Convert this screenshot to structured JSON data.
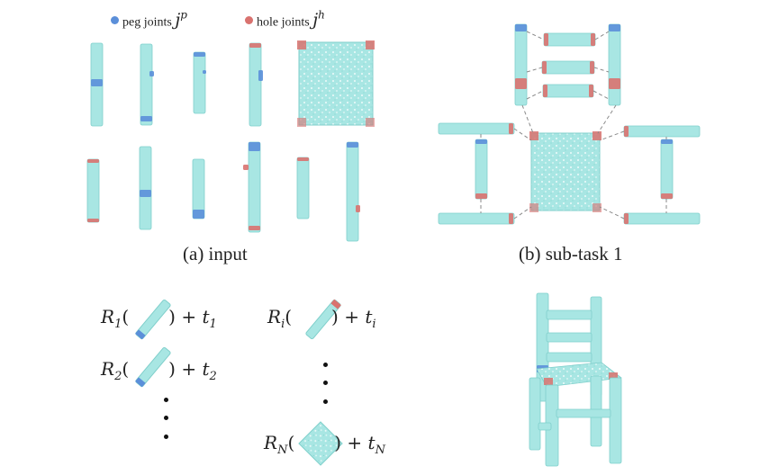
{
  "legend": {
    "peg_label": "peg joints",
    "peg_symbol": "j",
    "peg_sup": "p",
    "hole_label": "hole joints",
    "hole_symbol": "j",
    "hole_sup": "h"
  },
  "captions": {
    "input": "(a) input",
    "subtask": "(b) sub-task 1"
  },
  "formulas": [
    {
      "R": "R",
      "sub": "1",
      "t": "t",
      "tsub": "1"
    },
    {
      "R": "R",
      "sub": "2",
      "t": "t",
      "tsub": "2"
    },
    {
      "R": "R",
      "sub": "i",
      "t": "t",
      "tsub": "i"
    },
    {
      "R": "R",
      "sub": "N",
      "t": "t",
      "tsub": "N"
    }
  ],
  "colors": {
    "part": "#a8e6e3",
    "part_edge": "#7fcfcb",
    "peg": "#5b8fd9",
    "hole": "#d9726f",
    "dash": "#8a8a8a"
  }
}
